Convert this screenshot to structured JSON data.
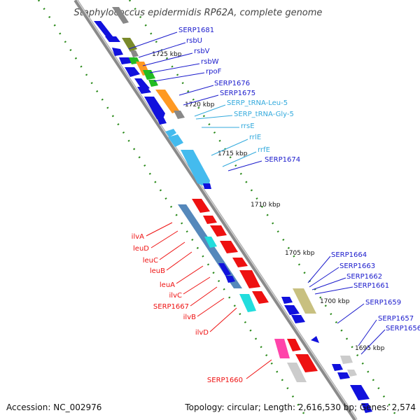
{
  "title": "Staphylococcus epidermidis RP62A, complete genome",
  "footer": {
    "accession": "Accession: NC_002976",
    "summary": "Topology: circular; Length: 2,616,530 bp; Genes: 2,574"
  },
  "colors": {
    "backbone": "#8a8a8a",
    "tick_dots": "#2a8a1a",
    "dark_blue": "#1111dd",
    "label_dark_blue": "#1a1acc",
    "olive": "#7a8a2a",
    "khaki": "#c8c080",
    "green": "#22bb22",
    "orange": "#ff9922",
    "gray": "#888888",
    "light_gray": "#cccccc",
    "sky": "#44bbee",
    "label_sky": "#33aadd",
    "red": "#ee1111",
    "steel": "#5588bb",
    "cyan": "#22dddd",
    "magenta": "#ff44aa"
  },
  "kbp_ticks": [
    "1725 kbp",
    "1720 kbp",
    "1715 kbp",
    "1710 kbp",
    "1705 kbp",
    "1700 kbp",
    "1695 kbp"
  ],
  "labels": {
    "top": [
      {
        "text": "SERP1681",
        "color": "dark_blue"
      },
      {
        "text": "rsbU",
        "color": "dark_blue"
      },
      {
        "text": "rsbV",
        "color": "dark_blue"
      },
      {
        "text": "rsbW",
        "color": "dark_blue"
      },
      {
        "text": "rpoF",
        "color": "dark_blue"
      },
      {
        "text": "SERP1676",
        "color": "dark_blue"
      },
      {
        "text": "SERP1675",
        "color": "dark_blue"
      },
      {
        "text": "SERP_tRNA-Leu-5",
        "color": "sky"
      },
      {
        "text": "SERP_tRNA-Gly-5",
        "color": "sky"
      },
      {
        "text": "rrsE",
        "color": "sky"
      },
      {
        "text": "rrlE",
        "color": "sky"
      },
      {
        "text": "rrfE",
        "color": "sky"
      },
      {
        "text": "SERP1674",
        "color": "dark_blue"
      }
    ],
    "ilv": [
      {
        "text": "ilvA",
        "color": "red"
      },
      {
        "text": "leuD",
        "color": "red"
      },
      {
        "text": "leuC",
        "color": "red"
      },
      {
        "text": "leuB",
        "color": "red"
      },
      {
        "text": "leuA",
        "color": "red"
      },
      {
        "text": "ilvC",
        "color": "red"
      },
      {
        "text": "SERP1667",
        "color": "red"
      },
      {
        "text": "ilvB",
        "color": "red"
      },
      {
        "text": "ilvD",
        "color": "red"
      }
    ],
    "right": [
      {
        "text": "SERP1664",
        "color": "dark_blue"
      },
      {
        "text": "SERP1663",
        "color": "dark_blue"
      },
      {
        "text": "SERP1662",
        "color": "dark_blue"
      },
      {
        "text": "SERP1661",
        "color": "dark_blue"
      },
      {
        "text": "SERP1659",
        "color": "dark_blue"
      },
      {
        "text": "SERP1657",
        "color": "dark_blue"
      },
      {
        "text": "SERP1656",
        "color": "dark_blue"
      }
    ],
    "bottom": [
      {
        "text": "SERP1660",
        "color": "red"
      }
    ]
  }
}
